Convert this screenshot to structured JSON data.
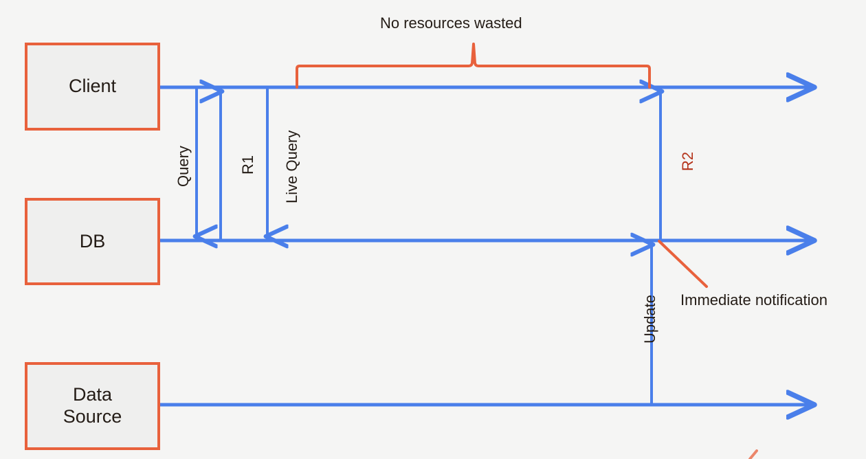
{
  "diagram": {
    "title": "Live Query sequence diagram",
    "background_color": "#f5f5f4",
    "accent_color": "#e8613c",
    "flow_color": "#4a7fea",
    "highlight_text_color": "#b5341b",
    "participants": [
      {
        "id": "client",
        "label": "Client"
      },
      {
        "id": "db",
        "label": "DB"
      },
      {
        "id": "data-source",
        "label": "Data\nSource"
      }
    ],
    "messages": [
      {
        "id": "query",
        "label": "Query",
        "from": "client",
        "to": "db",
        "direction": "down",
        "color": "#4a7fea"
      },
      {
        "id": "r1",
        "label": "R1",
        "from": "db",
        "to": "client",
        "direction": "up",
        "color": "#4a7fea"
      },
      {
        "id": "live-query",
        "label": "Live Query",
        "from": "client",
        "to": "db",
        "direction": "down",
        "color": "#4a7fea"
      },
      {
        "id": "r2",
        "label": "R2",
        "from": "db",
        "to": "client",
        "direction": "up",
        "color": "#4a7fea"
      },
      {
        "id": "update",
        "label": "Update",
        "from": "data-source",
        "to": "db",
        "direction": "up",
        "color": "#4a7fea"
      }
    ],
    "annotations": [
      {
        "id": "no-resources-wasted",
        "label": "No resources wasted",
        "kind": "brace",
        "color": "#e8613c"
      },
      {
        "id": "immediate-notification",
        "label": "Immediate notification",
        "kind": "callout",
        "color": "#e8613c"
      }
    ]
  }
}
